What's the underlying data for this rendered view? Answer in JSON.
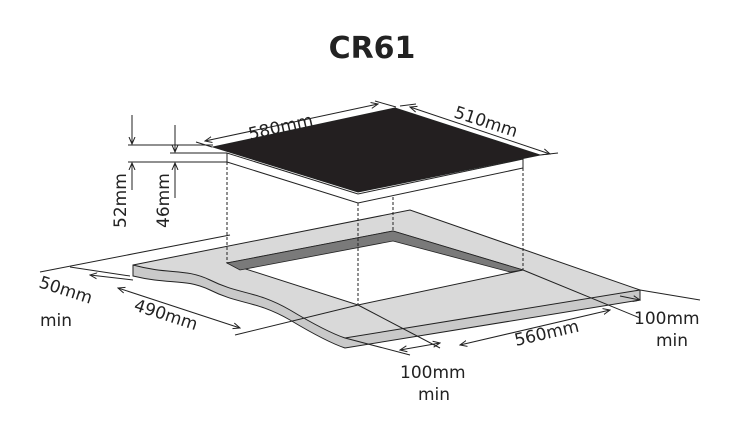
{
  "title": "CR61",
  "dimensions": {
    "hob_width": "580mm",
    "hob_depth": "510mm",
    "total_height": "52mm",
    "body_height": "46mm",
    "side_clearance": "50mm",
    "side_clearance_min": "min",
    "cutout_depth": "490mm",
    "cutout_width": "560mm",
    "front_clearance": "100mm",
    "front_clearance_min": "min",
    "rear_clearance": "100mm",
    "rear_clearance_min": "min"
  },
  "colors": {
    "hob_glass": "#231f20",
    "countertop": "#d9d9d9",
    "cutout_wall": "#7a7a7a",
    "line": "#222222"
  }
}
